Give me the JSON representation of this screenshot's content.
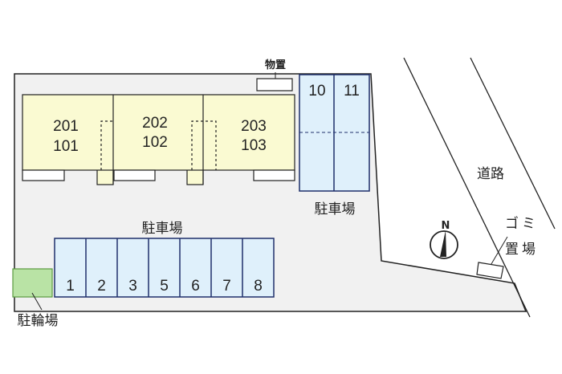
{
  "title": "Site plan",
  "units": [
    {
      "upper": "201",
      "lower": "101"
    },
    {
      "upper": "202",
      "lower": "102"
    },
    {
      "upper": "203",
      "lower": "103"
    }
  ],
  "storage_label": "物置",
  "parking_north": {
    "label": "駐車場",
    "spaces": [
      "10",
      "11"
    ]
  },
  "parking_south": {
    "label": "駐車場",
    "spaces": [
      "1",
      "2",
      "3",
      "5",
      "6",
      "7",
      "8"
    ]
  },
  "bicycle_label": "駐輪場",
  "road_label": "道路",
  "garbage_label": [
    "ゴミ",
    "置場"
  ],
  "compass_label": "N",
  "colors": {
    "building": "#fafad2",
    "parking": "#dff0fb",
    "parking_border": "#1f2f6b",
    "bicycle": "#b9e3a5",
    "lot": "#f1f1f1"
  }
}
